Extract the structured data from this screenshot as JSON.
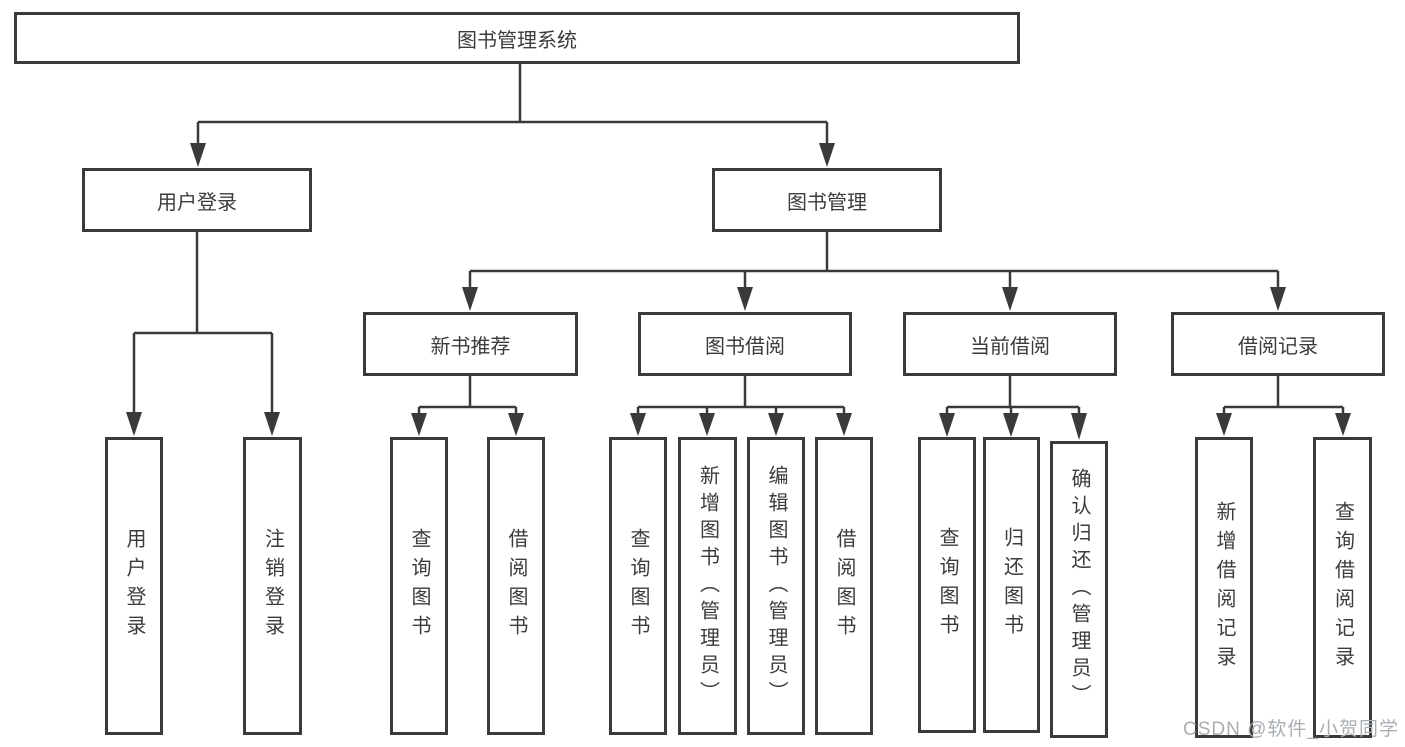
{
  "diagram": {
    "title": "图书管理系统",
    "root": {
      "label": "图书管理系统"
    },
    "level1": [
      {
        "label": "用户登录"
      },
      {
        "label": "图书管理"
      }
    ],
    "level2": [
      {
        "label": "新书推荐"
      },
      {
        "label": "图书借阅"
      },
      {
        "label": "当前借阅"
      },
      {
        "label": "借阅记录"
      }
    ],
    "leaves": {
      "login": [
        "用户登录",
        "注销登录"
      ],
      "newbooks": [
        "查询图书",
        "借阅图书"
      ],
      "borrow": [
        "查询图书",
        "新增图书（管理员）",
        "编辑图书（管理员）",
        "借阅图书"
      ],
      "current": [
        "查询图书",
        "归还图书",
        "确认归还（管理员）"
      ],
      "records": [
        "新增借阅记录",
        "查询借阅记录"
      ]
    },
    "colors": {
      "line": "#3a3a3a",
      "text": "#3c3c3c",
      "background": "#ffffff",
      "watermark": "#a9aeb3"
    }
  },
  "watermark": {
    "text": "CSDN @软件_小贺同学"
  }
}
